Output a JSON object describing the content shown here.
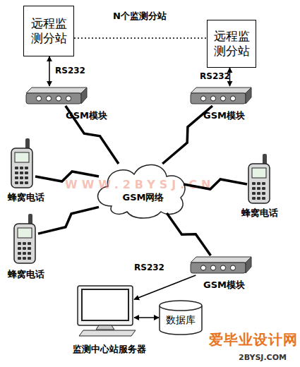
{
  "diagram": {
    "nodes": [
      {
        "text": [
          "远程监测分站"
        ]
      },
      {
        "text": [
          "远程监测分站"
        ]
      },
      {
        "text": [
          "GSM模块"
        ]
      },
      {
        "text": [
          "GSM模块"
        ]
      },
      {
        "text": [
          "蜂窝电话"
        ]
      },
      {
        "text": [
          "GSM网络"
        ]
      },
      {
        "text": [
          "蜂窝电话"
        ]
      },
      {
        "text": [
          "蜂窝电话"
        ]
      },
      {
        "text": [
          "GSM模块"
        ]
      },
      {
        "text": [
          "监测中心站服务器"
        ]
      },
      {
        "text": [
          "数据库"
        ]
      }
    ],
    "edges": [
      {
        "from": 0,
        "to": 1,
        "label": "N个监测分站",
        "arrow": "none"
      },
      {
        "from": 0,
        "to": 2,
        "label": "RS232",
        "arrow": "both"
      },
      {
        "from": 1,
        "to": 3,
        "label": "RS232",
        "arrow": "both"
      },
      {
        "from": 2,
        "to": 5,
        "arrow": "none"
      },
      {
        "from": 3,
        "to": 5,
        "arrow": "none"
      },
      {
        "from": 4,
        "to": 5,
        "arrow": "none"
      },
      {
        "from": 6,
        "to": 5,
        "arrow": "none"
      },
      {
        "from": 7,
        "to": 5,
        "arrow": "none"
      },
      {
        "from": 5,
        "to": 8,
        "arrow": "none"
      },
      {
        "from": 8,
        "to": 9,
        "label": "RS232",
        "arrow": "to"
      },
      {
        "from": 9,
        "to": 10,
        "arrow": "both"
      }
    ],
    "labels": [
      "WWW.2BYSJ.CN",
      "爱毕业设计网",
      "2BYSJ.COM"
    ]
  }
}
